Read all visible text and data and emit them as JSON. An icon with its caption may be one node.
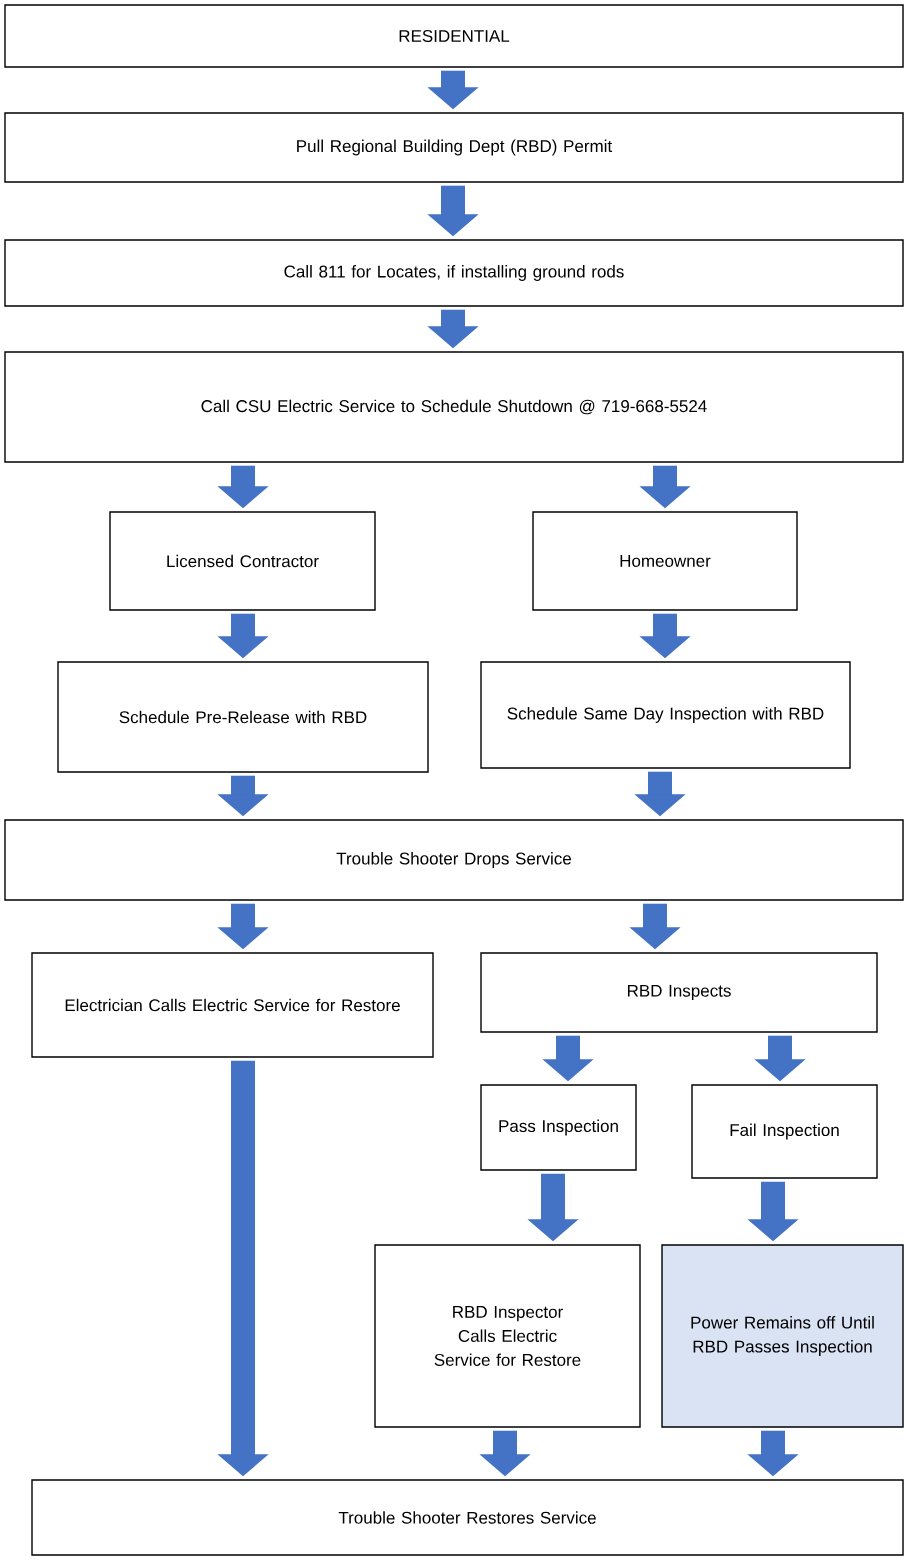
{
  "diagram": {
    "nodes": [
      {
        "text": [
          "RESIDENTIAL"
        ]
      },
      {
        "text": [
          "Pull Regional Building Dept (RBD) Permit"
        ]
      },
      {
        "text": [
          "Call 811 for Locates, if installing ground rods"
        ]
      },
      {
        "text": [
          "Call CSU Electric Service to Schedule Shutdown @ 719-668-5524"
        ]
      },
      {
        "text": [
          "Licensed Contractor"
        ]
      },
      {
        "text": [
          "Homeowner"
        ]
      },
      {
        "text": [
          "Schedule Pre-Release with RBD"
        ]
      },
      {
        "text": [
          "Schedule Same Day Inspection with RBD"
        ]
      },
      {
        "text": [
          "Trouble Shooter Drops Service"
        ]
      },
      {
        "text": [
          "Electrician Calls Electric Service for Restore"
        ]
      },
      {
        "text": [
          "RBD Inspects"
        ]
      },
      {
        "text": [
          "Pass Inspection"
        ]
      },
      {
        "text": [
          "Fail Inspection"
        ]
      },
      {
        "text": [
          "RBD Inspector Calls Electric Service for Restore"
        ]
      },
      {
        "text": [
          "Power Remains off Until RBD Passes Inspection"
        ]
      },
      {
        "text": [
          "Trouble Shooter Restores Service"
        ]
      }
    ],
    "edges": [
      {
        "from": 0,
        "to": 1,
        "arrow": "to"
      },
      {
        "from": 1,
        "to": 2,
        "arrow": "to"
      },
      {
        "from": 2,
        "to": 3,
        "arrow": "to"
      },
      {
        "from": 3,
        "to": 4,
        "arrow": "to"
      },
      {
        "from": 3,
        "to": 5,
        "arrow": "to"
      },
      {
        "from": 4,
        "to": 6,
        "arrow": "to"
      },
      {
        "from": 5,
        "to": 7,
        "arrow": "to"
      },
      {
        "from": 6,
        "to": 8,
        "arrow": "to"
      },
      {
        "from": 7,
        "to": 8,
        "arrow": "to"
      },
      {
        "from": 8,
        "to": 9,
        "arrow": "to"
      },
      {
        "from": 8,
        "to": 10,
        "arrow": "to"
      },
      {
        "from": 9,
        "to": 15,
        "arrow": "to"
      },
      {
        "from": 10,
        "to": 11,
        "arrow": "to"
      },
      {
        "from": 10,
        "to": 12,
        "arrow": "to"
      },
      {
        "from": 11,
        "to": 13,
        "arrow": "to"
      },
      {
        "from": 12,
        "to": 14,
        "arrow": "to"
      },
      {
        "from": 13,
        "to": 15,
        "arrow": "to"
      },
      {
        "from": 14,
        "to": 15,
        "arrow": "to"
      }
    ]
  }
}
